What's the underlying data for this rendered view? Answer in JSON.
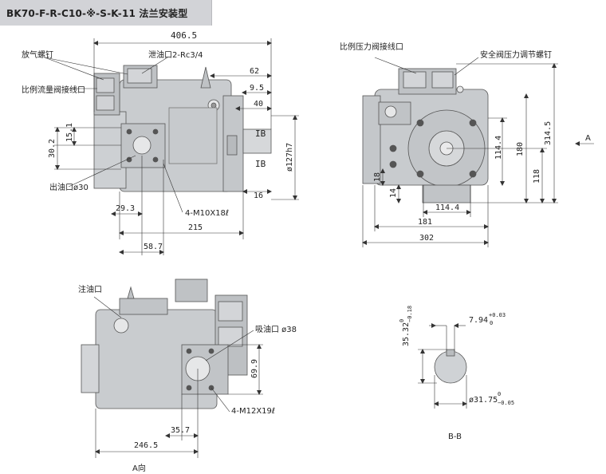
{
  "title": "BK70-F-R-C10-※-S-K-11  法兰安装型",
  "labels": {
    "vent_screw": "放气螺钉",
    "drain_port": "泄油口2-Rc3/4",
    "proportional_flow_connector": "比例流量阀接线口",
    "outlet_port": "出油口ø30",
    "bolt_holes_m10": "4-M10X18ℓ",
    "proportional_pressure_connector": "比例压力阀接线口",
    "safety_valve_screw": "安全阀压力调节螺钉",
    "fill_port": "注油口",
    "suction_port": "吸油口 ø38",
    "bolt_holes_m12": "4-M12X19ℓ",
    "view_a": "A向",
    "section_bb": "B-B",
    "arrow_a": "A"
  },
  "dimensions": {
    "overall_length": "406.5",
    "d62": "62",
    "d9_5": "9.5",
    "d40": "40",
    "d15_1": "15.1",
    "d30_2": "30.2",
    "d29_3": "29.3",
    "d215": "215",
    "d58_7": "58.7",
    "d16": "16",
    "d127": "ø127h7",
    "ib_top": "IB",
    "ib_bottom": "IB",
    "d114_4_v": "114.4",
    "d180": "180",
    "d314_5": "314.5",
    "d118": "118",
    "d18": "18",
    "d14": "14",
    "d114_4_h": "114.4",
    "d181": "181",
    "d302": "302",
    "d69_9": "69.9",
    "d35_7": "35.7",
    "d246_5": "246.5",
    "key_height": "35.32",
    "key_height_tol_up": "0",
    "key_height_tol_dn": "−0.18",
    "key_width": "7.94",
    "key_width_tol_up": "+0.03",
    "key_width_tol_dn": "0",
    "shaft_dia": "ø31.75",
    "shaft_dia_tol_up": "0",
    "shaft_dia_tol_dn": "−0.05"
  }
}
